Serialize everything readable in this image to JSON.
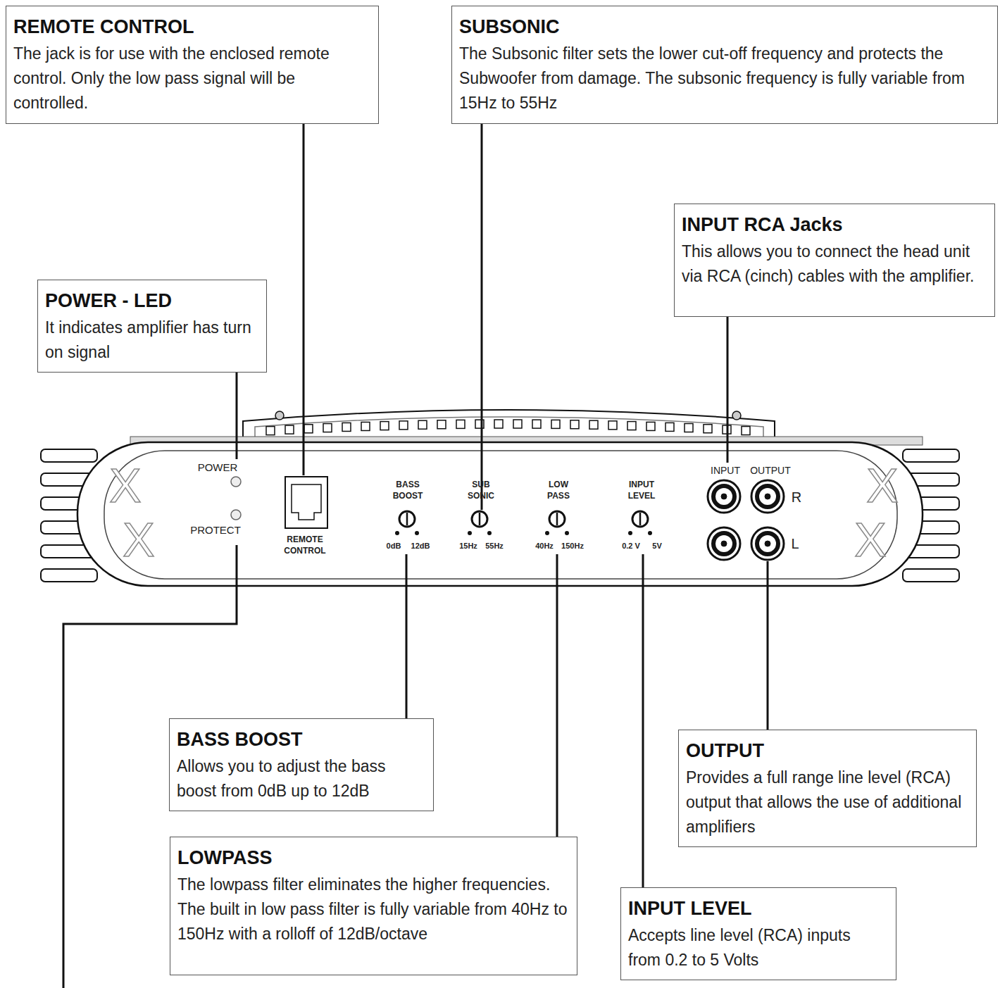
{
  "diagram": {
    "nodes": [
      {
        "text": [
          "REMOTE CONTROL",
          "The jack is for use with the enclosed remote control. Only the low pass signal will be controlled."
        ]
      },
      {
        "text": [
          "SUBSONIC",
          "The Subsonic filter sets the lower cut-off frequency and protects the Subwoofer from damage. The subsonic frequency is fully variable from 15Hz to 55Hz"
        ]
      },
      {
        "text": [
          "INPUT RCA Jacks",
          "This allows you to connect the head unit via RCA (cinch) cables with the amplifier."
        ]
      },
      {
        "text": [
          "POWER - LED",
          "It indicates amplifier has turn on signal"
        ]
      },
      {
        "text": [
          "BASS BOOST",
          "Allows you to adjust the bass boost from 0dB up to 12dB"
        ]
      },
      {
        "text": [
          "OUTPUT",
          "Provides a full range line level (RCA) output that allows the use of additional amplifiers"
        ]
      },
      {
        "text": [
          "LOWPASS",
          "The lowpass filter eliminates the higher frequencies. The built in low pass filter is fully variable from 40Hz to 150Hz with a rolloff of 12dB/octave"
        ]
      },
      {
        "text": [
          "INPUT LEVEL",
          "Accepts line level (RCA) inputs from 0.2 to 5 Volts"
        ]
      }
    ],
    "edges": [],
    "labels": [
      "POWER",
      "PROTECT",
      "X",
      "X",
      "REMOTE CONTROL",
      "BASS BOOST",
      "0dB",
      "12dB",
      "SUB SONIC",
      "15Hz",
      "55Hz",
      "LOW PASS",
      "40Hz",
      "150Hz",
      "INPUT LEVEL",
      "0.2 V",
      "5V",
      "INPUT",
      "OUTPUT",
      "R",
      "L",
      "X",
      "X"
    ]
  }
}
